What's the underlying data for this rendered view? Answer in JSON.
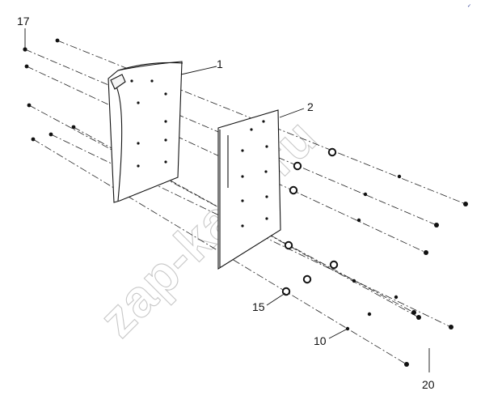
{
  "callouts": {
    "c17": "17",
    "c1": "1",
    "c2": "2",
    "c15": "15",
    "c10": "10",
    "c20": "20"
  },
  "watermark": "zap-kam.ru",
  "corner_mark": "✓"
}
